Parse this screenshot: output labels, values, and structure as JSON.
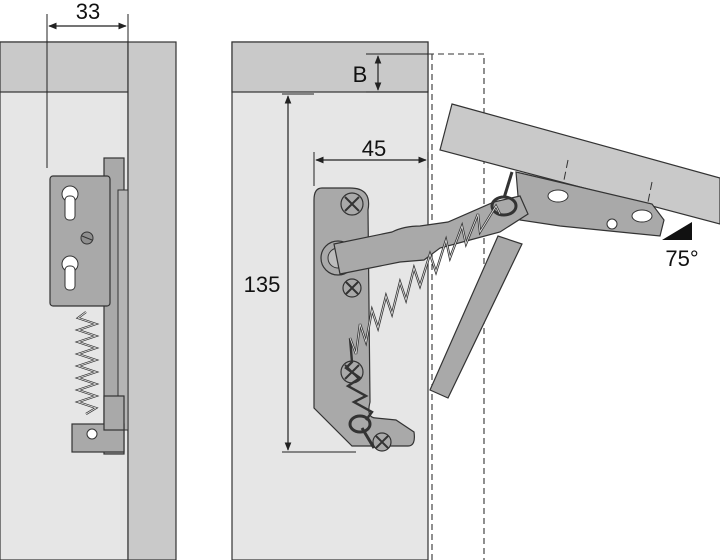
{
  "colors": {
    "panel": "#e6e6e6",
    "panel_top": "#c9c9c9",
    "lid": "#c9c9c9",
    "hardware": "#a9a9a9",
    "outline": "#333333"
  },
  "dimensions": {
    "side_offset": "33",
    "base_offset": "45",
    "height": "135",
    "panel_thickness": "B",
    "opening_angle": "75°"
  }
}
